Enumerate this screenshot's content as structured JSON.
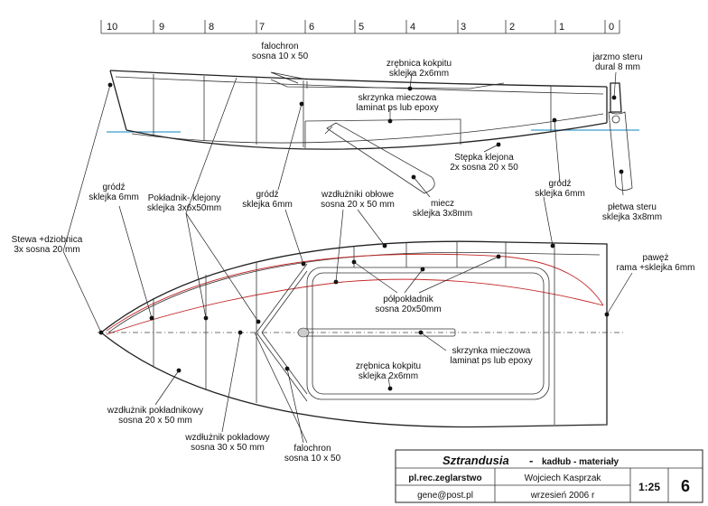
{
  "scale_ticks": [
    "10",
    "9",
    "8",
    "7",
    "6",
    "5",
    "4",
    "3",
    "2",
    "1",
    "0"
  ],
  "labels": {
    "falochron_top": [
      "falochron",
      "sosna 10 x 50"
    ],
    "zrebnica_top": [
      "zrębnica kokpitu",
      "sklejka 2x6mm"
    ],
    "jarzmo": [
      "jarzmo steru",
      "dural 8 mm"
    ],
    "skrzynka_top": [
      "skrzynka mieczowa",
      "laminat ps lub epoxy"
    ],
    "stepka": [
      "Stępka klejona",
      "2x sosna 20 x 50"
    ],
    "grodz_left": [
      "gródź",
      "sklejka 6mm"
    ],
    "polkladnik_klejony": [
      "Pokładnik- klejony",
      "sklejka 3x6x50mm"
    ],
    "grodz_mid": [
      "gródź",
      "sklejka 6mm"
    ],
    "wzdluzniki_oblowe": [
      "wzdłużniki obłowe",
      "sosna 20 x 50 mm"
    ],
    "miecz": [
      "miecz",
      "sklejka 3x8mm"
    ],
    "grodz_right": [
      "gródź",
      "sklejka 6mm"
    ],
    "pletwa": [
      "płetwa steru",
      "sklejka 3x8mm"
    ],
    "stewa": [
      "Stewa +dziobnica",
      "3x sosna 20 mm"
    ],
    "pawez": [
      "pawęż",
      "rama +sklejka 6mm"
    ],
    "polpokladnik": [
      "półpokładnik",
      "sosna 20x50mm"
    ],
    "skrzynka_bottom": [
      "skrzynka mieczowa",
      "laminat ps lub epoxy"
    ],
    "zrebnica_bottom": [
      "zrębnica kokpitu",
      "sklejka 2x6mm"
    ],
    "wzdluznik_pokladnikowy": [
      "wzdłużnik pokładnikowy",
      "sosna 20 x 50 mm"
    ],
    "wzdluznik_pokladowy": [
      "wzdłużnik pokładowy",
      "sosna 30 x 50 mm"
    ],
    "falochron_bottom": [
      "falochron",
      "sosna 10 x 50"
    ]
  },
  "title_block": {
    "title": "Sztrandusia",
    "dash": "-",
    "subtitle": "kadłub - materiały",
    "club": "pl.rec.zeglarstwo",
    "author": "Wojciech Kasprzak",
    "email": "gene@post.pl",
    "date": "wrzesień 2006 r",
    "scale": "1:25",
    "sheet": "6"
  },
  "colors": {
    "hull": "#222222",
    "red_lines": "#c42a2a",
    "waterline": "#3d9ccf"
  }
}
